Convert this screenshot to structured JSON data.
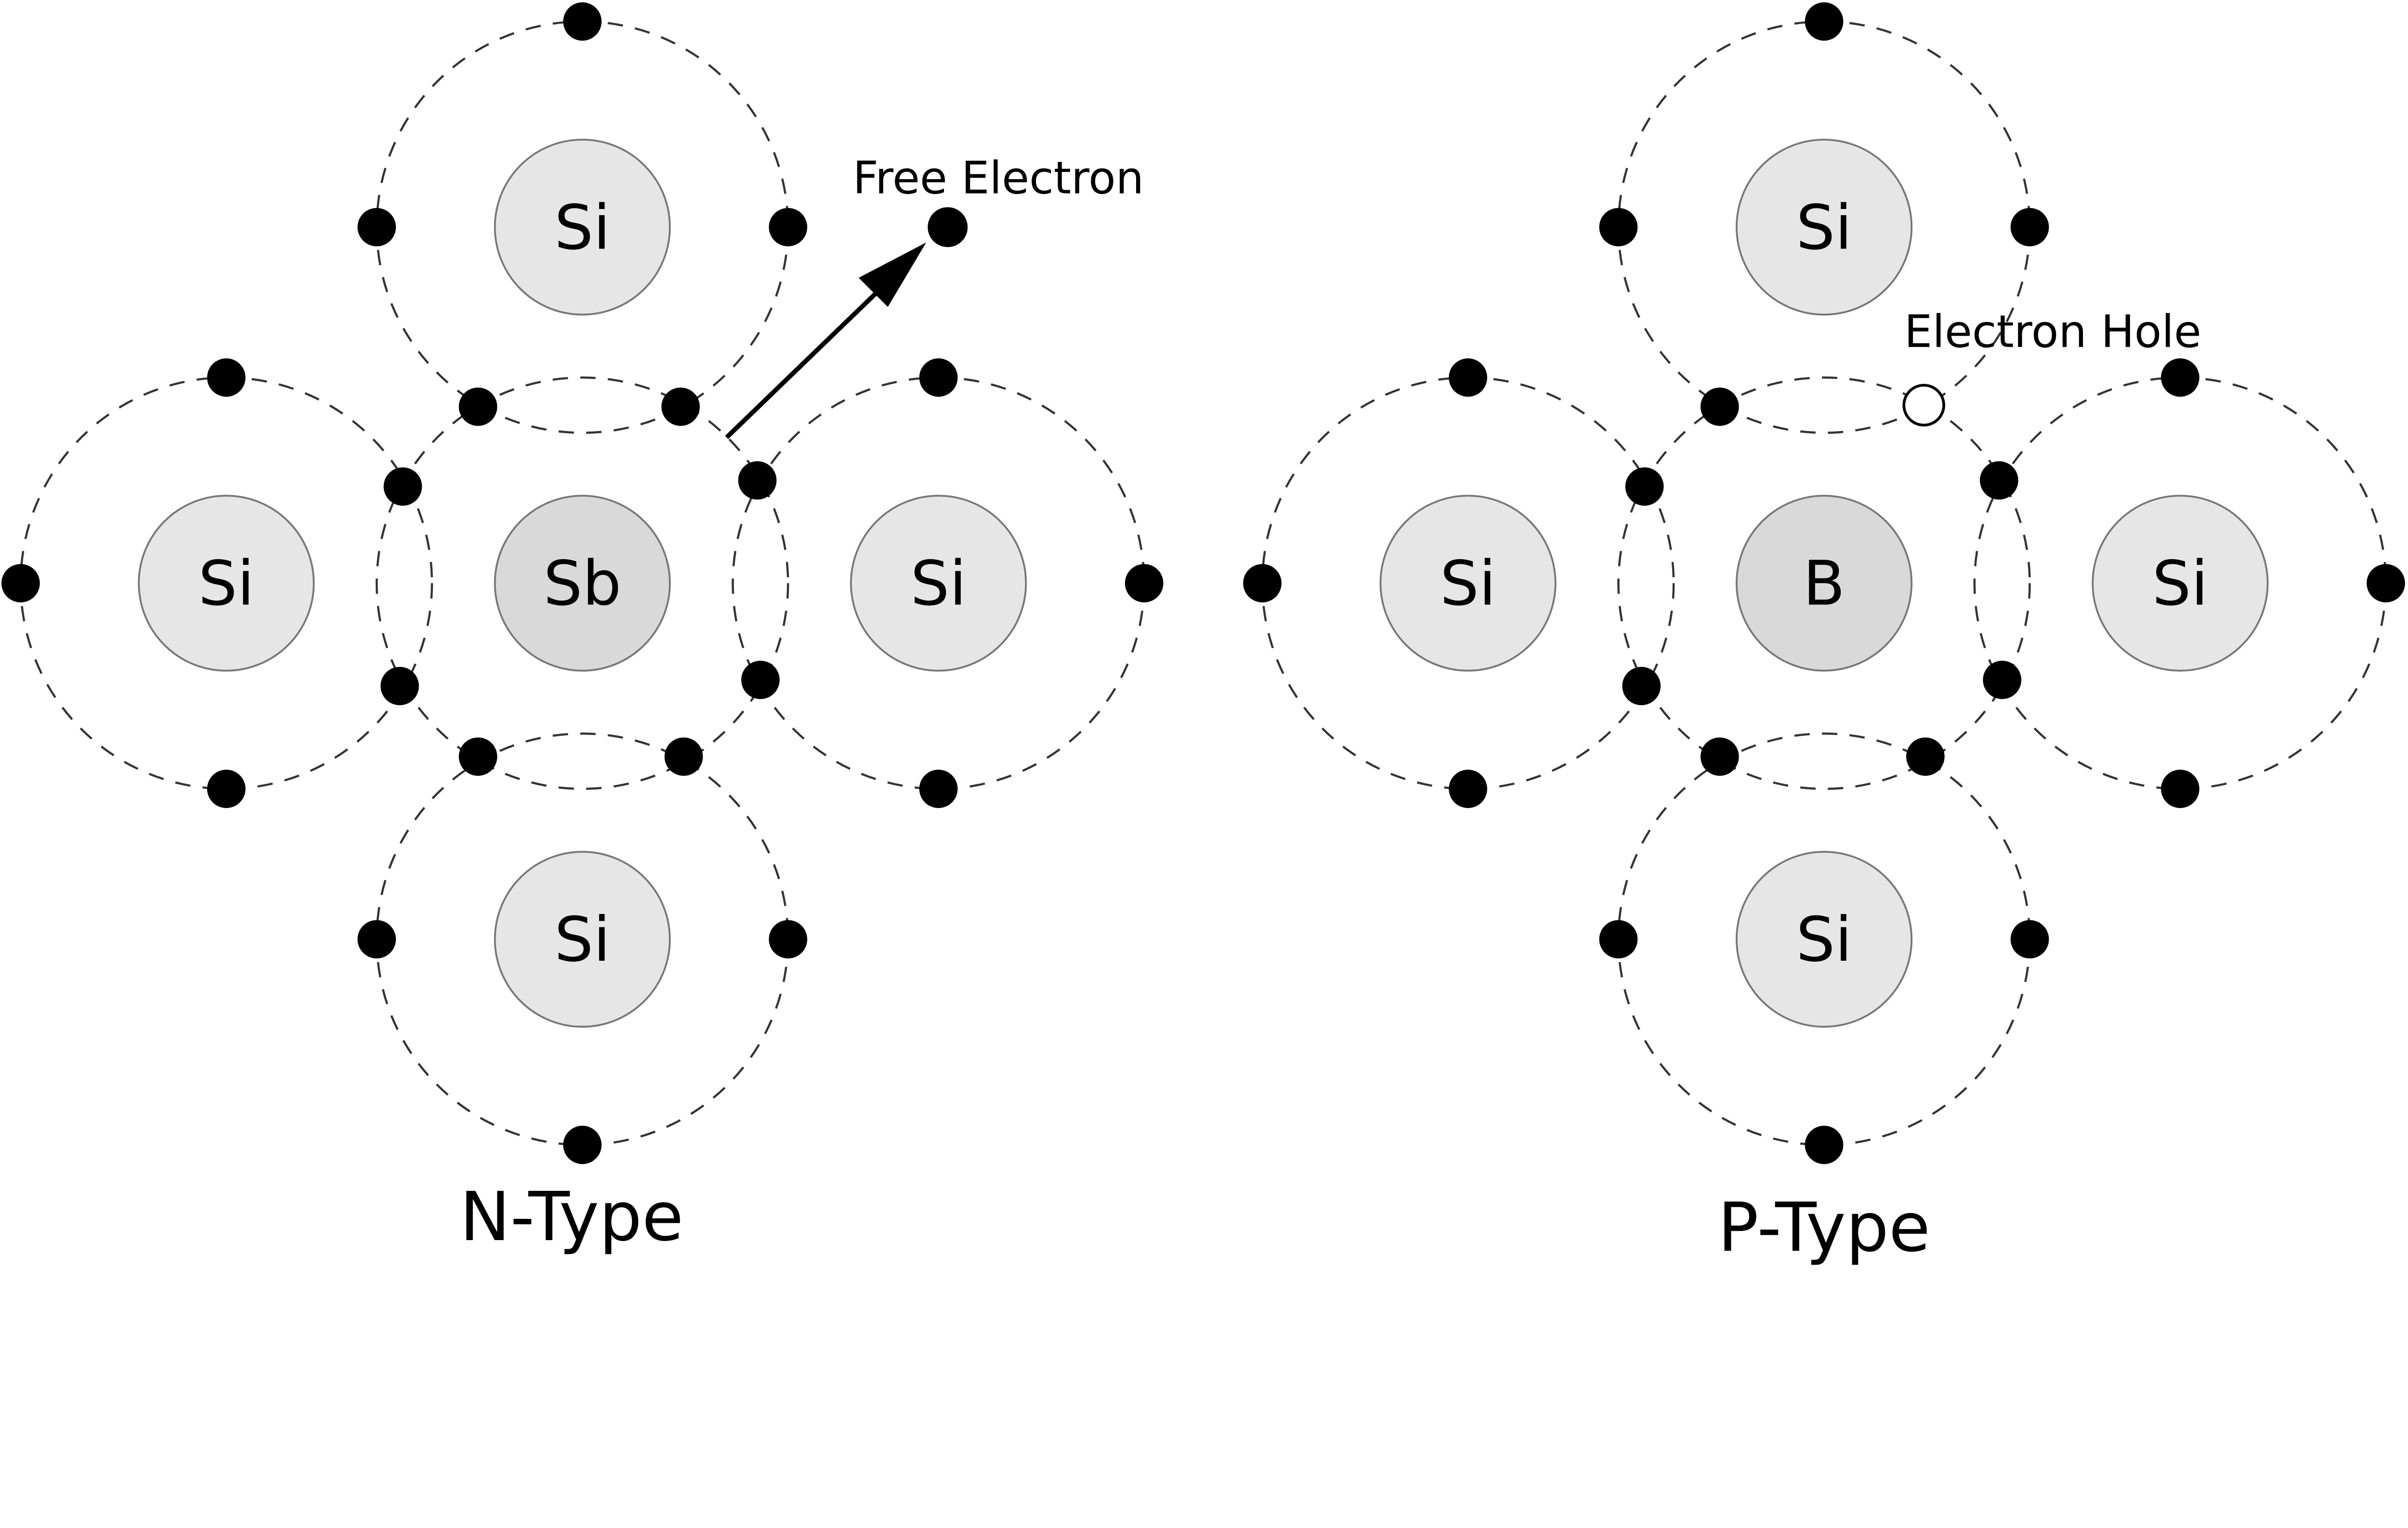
{
  "n_type": {
    "title": "N-Type",
    "center_atom": "Sb",
    "neighbor_atoms": [
      "Si",
      "Si",
      "Si",
      "Si"
    ],
    "annotation": "Free Electron"
  },
  "p_type": {
    "title": "P-Type",
    "center_atom": "B",
    "neighbor_atoms": [
      "Si",
      "Si",
      "Si",
      "Si"
    ],
    "annotation": "Electron Hole"
  },
  "colors": {
    "silicon_fill": "#e6e6e6",
    "dopant_fill": "#d9d9d9",
    "electron": "#000000"
  }
}
